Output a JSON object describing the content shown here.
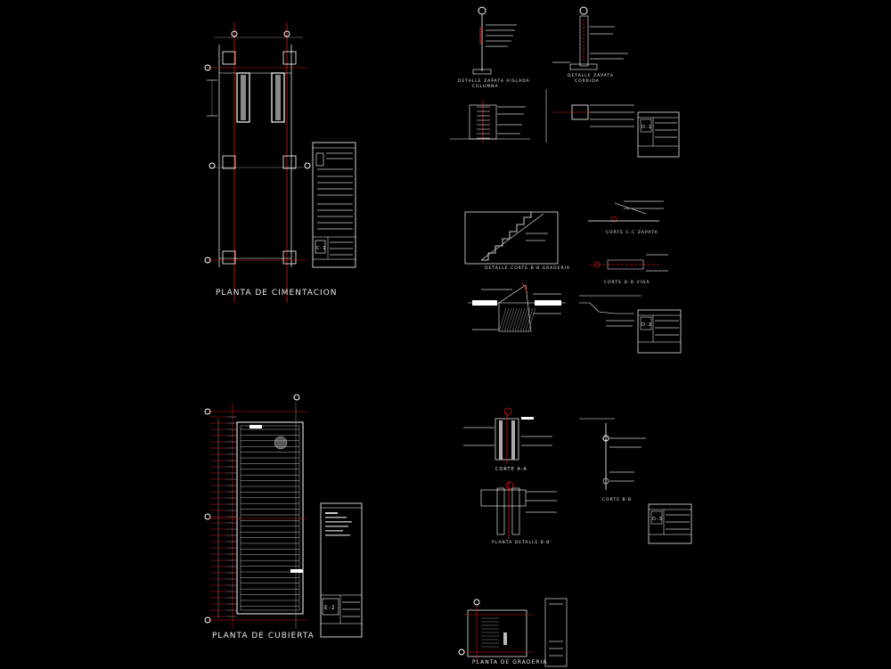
{
  "titles": {
    "cimentacion": "PLANTA  DE  CIMENTACION",
    "cubierta": "PLANTA DE CUBIERTA",
    "graderia": "PLANTA  DE  GRADERIA",
    "detalle_zapata_aislada": "DETALLE ZAPATA AISLADA",
    "columna": "COLUMNA",
    "detalle_zapata_corrida": "DETALLE ZAPATA",
    "corrida": "CORRIDA",
    "detalle_corte_graderia": "DETALLE CORTE B-B GRADERIA",
    "corte_zapata": "CORTE C-C ZAPATA",
    "corte_viga": "CORTE D-D VIGA",
    "corte_aa": "CORTE  A-A",
    "planta_detalle": "PLANTA DETALLE B-B'",
    "corte_bb": "CORTE B-B"
  },
  "sheets": {
    "c1": "C-1",
    "d1": "D-1",
    "d2": "D-2",
    "d3": "D-3",
    "e2": "E-2"
  }
}
